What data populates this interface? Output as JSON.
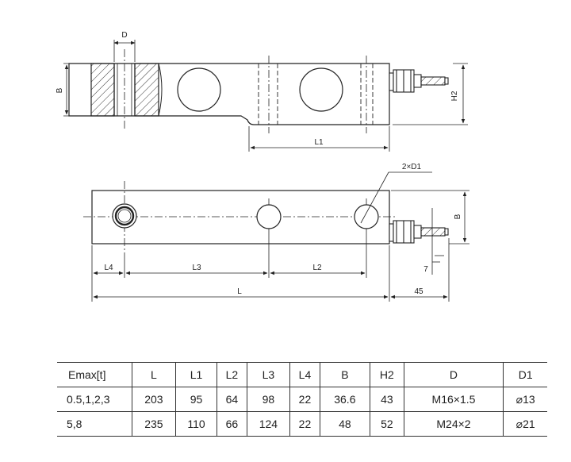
{
  "labels": {
    "D": "D",
    "B_top": "B",
    "H2": "H2",
    "L1": "L1",
    "D1": "2×D1",
    "B_side": "B",
    "L4": "L4",
    "L3": "L3",
    "L2": "L2",
    "L": "L",
    "seven": "7",
    "fortyfive": "45"
  },
  "table": {
    "headers": [
      "Emax[t]",
      "L",
      "L1",
      "L2",
      "L3",
      "L4",
      "B",
      "H2",
      "D",
      "D1"
    ],
    "rows": [
      [
        "0.5,1,2,3",
        "203",
        "95",
        "64",
        "98",
        "22",
        "36.6",
        "43",
        "M16×1.5",
        "⌀13"
      ],
      [
        "5,8",
        "235",
        "110",
        "66",
        "124",
        "22",
        "48",
        "52",
        "M24×2",
        "⌀21"
      ]
    ]
  }
}
